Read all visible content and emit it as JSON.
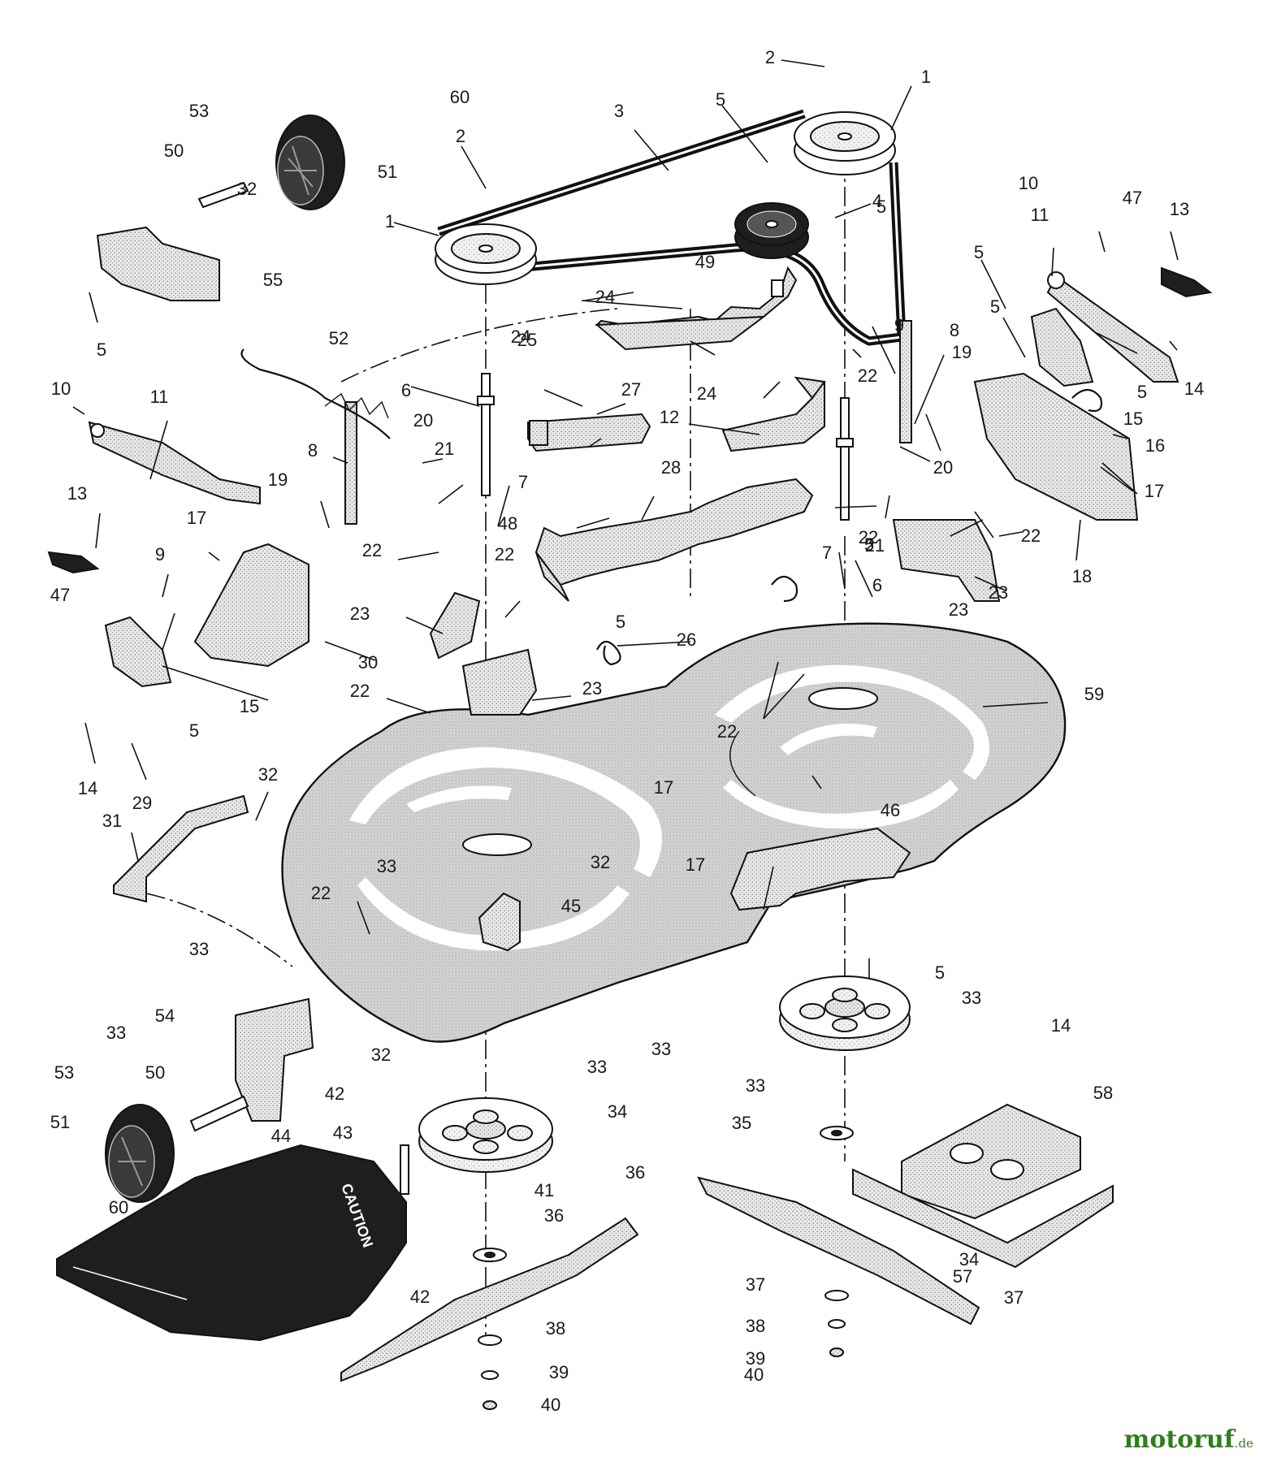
{
  "watermark": {
    "brand": "motoruf",
    "tld": ".de"
  },
  "diagram": {
    "labels": [
      {
        "text": "1"
      },
      {
        "text": "1"
      },
      {
        "text": "2"
      },
      {
        "text": "2"
      },
      {
        "text": "3"
      },
      {
        "text": "4"
      },
      {
        "text": "5"
      },
      {
        "text": "5"
      },
      {
        "text": "5"
      },
      {
        "text": "5"
      },
      {
        "text": "5"
      },
      {
        "text": "5"
      },
      {
        "text": "5"
      },
      {
        "text": "5"
      },
      {
        "text": "5"
      },
      {
        "text": "5"
      },
      {
        "text": "6"
      },
      {
        "text": "6"
      },
      {
        "text": "7"
      },
      {
        "text": "7"
      },
      {
        "text": "8"
      },
      {
        "text": "8"
      },
      {
        "text": "9"
      },
      {
        "text": "9"
      },
      {
        "text": "10"
      },
      {
        "text": "10"
      },
      {
        "text": "11"
      },
      {
        "text": "11"
      },
      {
        "text": "12"
      },
      {
        "text": "13"
      },
      {
        "text": "13"
      },
      {
        "text": "14"
      },
      {
        "text": "14"
      },
      {
        "text": "14"
      },
      {
        "text": "15"
      },
      {
        "text": "15"
      },
      {
        "text": "16"
      },
      {
        "text": "17"
      },
      {
        "text": "17"
      },
      {
        "text": "17"
      },
      {
        "text": "17"
      },
      {
        "text": "18"
      },
      {
        "text": "19"
      },
      {
        "text": "19"
      },
      {
        "text": "20"
      },
      {
        "text": "20"
      },
      {
        "text": "21"
      },
      {
        "text": "21"
      },
      {
        "text": "22"
      },
      {
        "text": "22"
      },
      {
        "text": "22"
      },
      {
        "text": "22"
      },
      {
        "text": "22"
      },
      {
        "text": "22"
      },
      {
        "text": "22"
      },
      {
        "text": "22"
      },
      {
        "text": "23"
      },
      {
        "text": "23"
      },
      {
        "text": "23"
      },
      {
        "text": "23"
      },
      {
        "text": "24"
      },
      {
        "text": "24"
      },
      {
        "text": "24"
      },
      {
        "text": "25"
      },
      {
        "text": "26"
      },
      {
        "text": "27"
      },
      {
        "text": "28"
      },
      {
        "text": "29"
      },
      {
        "text": "30"
      },
      {
        "text": "31"
      },
      {
        "text": "32"
      },
      {
        "text": "32"
      },
      {
        "text": "32"
      },
      {
        "text": "32"
      },
      {
        "text": "33"
      },
      {
        "text": "33"
      },
      {
        "text": "33"
      },
      {
        "text": "33"
      },
      {
        "text": "33"
      },
      {
        "text": "33"
      },
      {
        "text": "33"
      },
      {
        "text": "34"
      },
      {
        "text": "34"
      },
      {
        "text": "35"
      },
      {
        "text": "36"
      },
      {
        "text": "36"
      },
      {
        "text": "37"
      },
      {
        "text": "37"
      },
      {
        "text": "38"
      },
      {
        "text": "38"
      },
      {
        "text": "39"
      },
      {
        "text": "39"
      },
      {
        "text": "40"
      },
      {
        "text": "40"
      },
      {
        "text": "41"
      },
      {
        "text": "42"
      },
      {
        "text": "42"
      },
      {
        "text": "43"
      },
      {
        "text": "44"
      },
      {
        "text": "45"
      },
      {
        "text": "46"
      },
      {
        "text": "47"
      },
      {
        "text": "47"
      },
      {
        "text": "48"
      },
      {
        "text": "49"
      },
      {
        "text": "50"
      },
      {
        "text": "50"
      },
      {
        "text": "51"
      },
      {
        "text": "51"
      },
      {
        "text": "52"
      },
      {
        "text": "53"
      },
      {
        "text": "53"
      },
      {
        "text": "54"
      },
      {
        "text": "55"
      },
      {
        "text": "57"
      },
      {
        "text": "58"
      },
      {
        "text": "59"
      },
      {
        "text": "60"
      },
      {
        "text": "60"
      }
    ],
    "chute_text": "CAUTION"
  }
}
